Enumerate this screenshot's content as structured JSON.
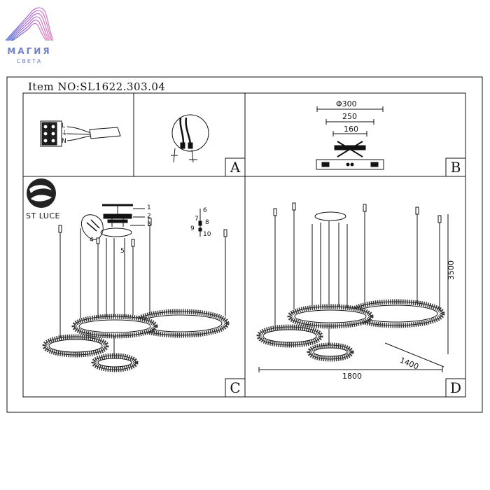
{
  "logo": {
    "word1": "МАГИЯ",
    "word2": "СВЕТА"
  },
  "item_number": "Item NO:SL1622.303.04",
  "panels": {
    "a": {
      "letter": "A"
    },
    "b": {
      "letter": "B",
      "dims": [
        "Φ300",
        "250",
        "160"
      ]
    },
    "c": {
      "letter": "C",
      "brand": "ST LUCE",
      "callouts": [
        "1",
        "2",
        "3",
        "4",
        "5",
        "6",
        "7",
        "8",
        "9",
        "10"
      ]
    },
    "d": {
      "letter": "D",
      "dims": {
        "height": "3500",
        "depth": "1400",
        "width": "1800"
      }
    }
  },
  "wiring_labels": [
    "L",
    "⏚",
    "N"
  ]
}
